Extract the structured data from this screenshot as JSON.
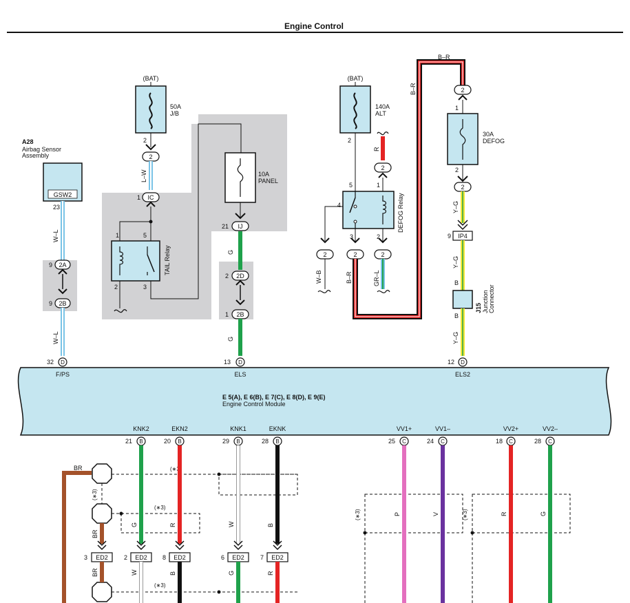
{
  "title": "Engine Control",
  "colors": {
    "ecm_fill": "#c5e6f0",
    "box_fill": "#c5e6f0",
    "shade": "#d2d2d4",
    "wire_blue": "#79c3e6",
    "wire_green": "#1fa14b",
    "wire_red": "#e42424",
    "wire_yellow": "#f3e73a",
    "wire_brown": "#a4522a",
    "wire_black": "#111111",
    "wire_pink": "#e36fbe",
    "wire_violet": "#6a329f"
  },
  "bat_left": {
    "source": "(BAT)",
    "fuse_label": "50A\nJ/B",
    "pin_bottom": "2",
    "connector": "2",
    "wire_code": "L–W",
    "ic_pin": "1",
    "ic_label": "IC"
  },
  "tail_relay": {
    "label": "TAIL Relay",
    "pins": [
      "1",
      "5",
      "2",
      "3"
    ]
  },
  "panel_fuse": {
    "label": "10A\nPANEL",
    "ij_pin": "21",
    "ij_label": "IJ",
    "wire_code": "G",
    "conn_top_pin": "2",
    "conn_top_label": "2D",
    "conn_bot_pin": "1",
    "conn_bot_label": "2B",
    "wire_code_bottom": "G"
  },
  "airbag": {
    "code": "A28",
    "name": "Airbag Sensor\nAssembly",
    "terminal": "GSW2",
    "pin": "23",
    "wire_code": "W–L",
    "conn_top_pin": "9",
    "conn_top_label": "2A",
    "conn_bot_pin": "9",
    "conn_bot_label": "2B",
    "wire_code_bottom": "W–L"
  },
  "bat_right": {
    "source": "(BAT)",
    "fuse_label": "140A\nALT",
    "pin_bottom": "2"
  },
  "defog_relay": {
    "label": "DEFOG Relay",
    "pins": [
      "5",
      "1",
      "4",
      "3",
      "2"
    ],
    "wire_r": "R",
    "conn_r": "2",
    "left_conn": "2",
    "left_wire": "W–B",
    "mid_conn": "2",
    "mid_wire": "B–R",
    "right_conn": "2",
    "right_wire": "GR–L"
  },
  "defog_fuse": {
    "top_wire": "B–R",
    "side_wire": "B–R",
    "conn_top": "2",
    "pin_top": "1",
    "label": "30A\nDEFOG",
    "pin_bottom": "2",
    "conn_bottom": "2",
    "wire_code": "Y–G",
    "ip_pin": "9",
    "ip_label": "IP4",
    "wire_code2": "Y–G",
    "b_top": "B",
    "b_bottom": "B",
    "junction_code": "J15",
    "junction_name": "Junction\nConnector",
    "wire_code3": "Y–G"
  },
  "ecm": {
    "title": "E 5(A), E 6(B), E 7(C), E 8(D), E 9(E)",
    "name": "Engine Control Module",
    "top_pins": [
      {
        "num": "32",
        "conn": "D",
        "label": "F/PS"
      },
      {
        "num": "13",
        "conn": "D",
        "label": "ELS"
      },
      {
        "num": "12",
        "conn": "D",
        "label": "ELS2"
      }
    ],
    "bottom_pins": [
      {
        "label": "KNK2",
        "num": "21",
        "conn": "B"
      },
      {
        "label": "EKN2",
        "num": "20",
        "conn": "B"
      },
      {
        "label": "KNK1",
        "num": "29",
        "conn": "B"
      },
      {
        "label": "EKNK",
        "num": "28",
        "conn": "B"
      },
      {
        "label": "VV1+",
        "num": "25",
        "conn": "C"
      },
      {
        "label": "VV1–",
        "num": "24",
        "conn": "C"
      },
      {
        "label": "VV2+",
        "num": "18",
        "conn": "C"
      },
      {
        "label": "VV2–",
        "num": "28",
        "conn": "C"
      }
    ]
  },
  "bottom": {
    "br_label": "BR",
    "note": "(∗3)",
    "wire_g": "G",
    "wire_r": "R",
    "wire_w": "W",
    "wire_b": "B",
    "wire_br": "BR",
    "wire_br2": "BR",
    "wire_p": "P",
    "wire_v": "V",
    "wire_r2": "R",
    "wire_g2": "G",
    "ed2": [
      {
        "pin": "3",
        "label": "ED2"
      },
      {
        "pin": "2",
        "label": "ED2"
      },
      {
        "pin": "8",
        "label": "ED2"
      },
      {
        "pin": "6",
        "label": "ED2"
      },
      {
        "pin": "7",
        "label": "ED2"
      }
    ],
    "below_w": "W",
    "below_b": "B",
    "below_g": "G",
    "below_r": "R"
  }
}
